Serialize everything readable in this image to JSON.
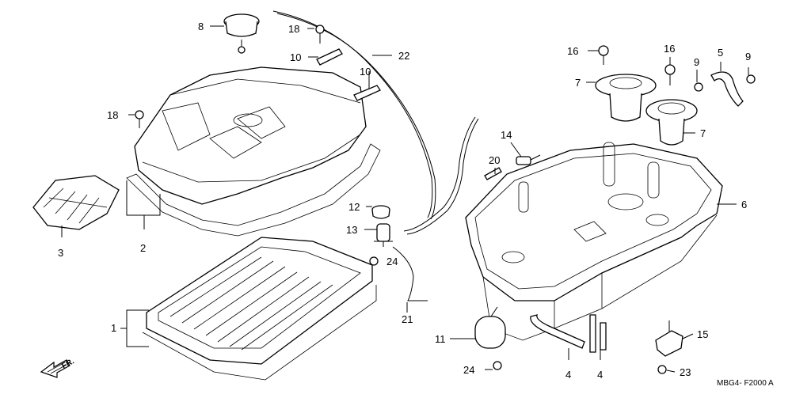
{
  "callouts": {
    "c1": "1",
    "c2": "2",
    "c3": "3",
    "c4a": "4",
    "c4b": "4",
    "c5": "5",
    "c6": "6",
    "c7a": "7",
    "c7b": "7",
    "c8": "8",
    "c9a": "9",
    "c9b": "9",
    "c10a": "10",
    "c10b": "10",
    "c11": "11",
    "c12": "12",
    "c13": "13",
    "c14": "14",
    "c15": "15",
    "c16a": "16",
    "c16b": "16",
    "c18a": "18",
    "c18b": "18",
    "c20": "20",
    "c21": "21",
    "c22": "22",
    "c23": "23",
    "c24a": "24",
    "c24b": "24"
  },
  "front_marker": "FR.",
  "diagram_code": "MBG4- F2000 A"
}
